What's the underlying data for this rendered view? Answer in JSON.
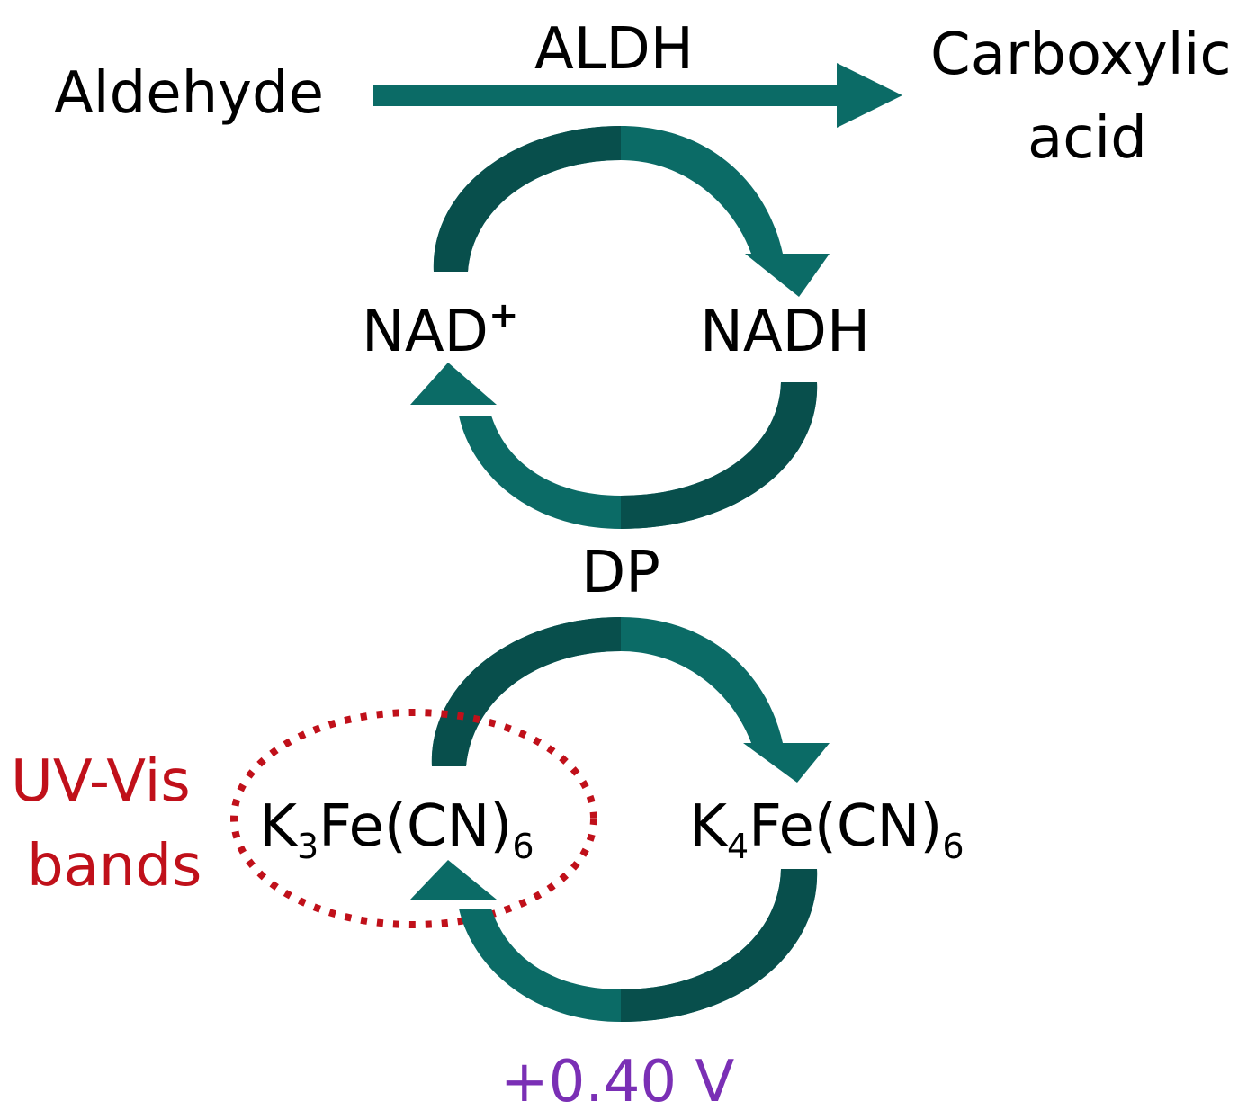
{
  "colors": {
    "arrow_teal": "#0b6b66",
    "arrow_teal_dark": "#084f4c",
    "text": "#000000",
    "uvvis": "#c0101a",
    "voltage": "#7a2fb5"
  },
  "reaction": {
    "substrate": "Aldehyde",
    "enzyme": "ALDH",
    "product_line1": "Carboxylic",
    "product_line2": "acid"
  },
  "cofactor": {
    "oxidized_base": "NAD",
    "oxidized_charge": "+",
    "reduced": "NADH"
  },
  "mediator": {
    "label": "DP"
  },
  "ferricyanide": {
    "ox_k": "K",
    "ox_k_sub": "3",
    "ox_mid": "Fe(CN)",
    "ox_sub": "6",
    "red_k": "K",
    "red_k_sub": "4",
    "red_mid": "Fe(CN)",
    "red_sub": "6"
  },
  "annotation": {
    "line1": "UV-Vis",
    "line2": "bands"
  },
  "electrode": {
    "potential": "+0.40 V"
  }
}
